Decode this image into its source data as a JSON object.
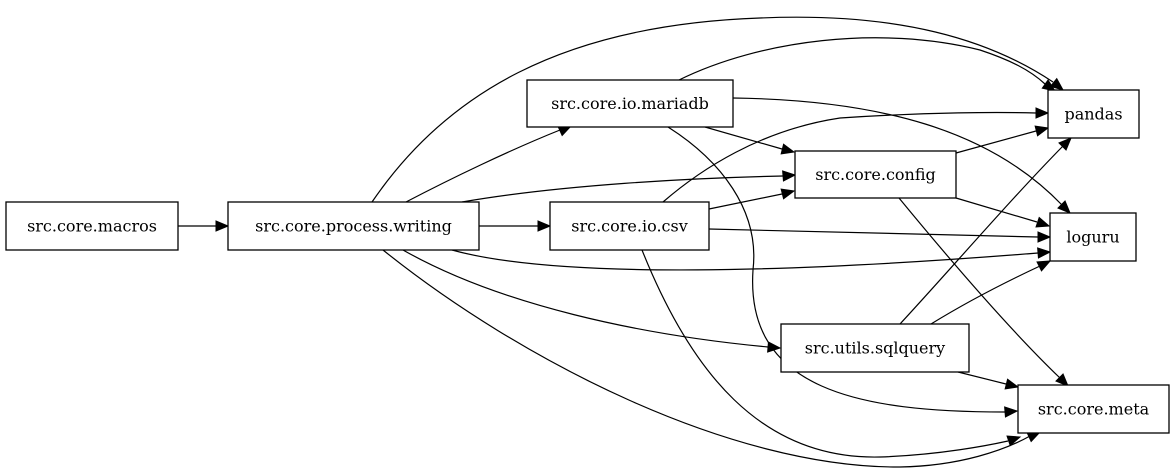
{
  "graph": {
    "nodes": [
      {
        "id": "macros",
        "label": "src.core.macros"
      },
      {
        "id": "writing",
        "label": "src.core.process.writing"
      },
      {
        "id": "mariadb",
        "label": "src.core.io.mariadb"
      },
      {
        "id": "csv",
        "label": "src.core.io.csv"
      },
      {
        "id": "config",
        "label": "src.core.config"
      },
      {
        "id": "sqlquery",
        "label": "src.utils.sqlquery"
      },
      {
        "id": "pandas",
        "label": "pandas"
      },
      {
        "id": "loguru",
        "label": "loguru"
      },
      {
        "id": "meta",
        "label": "src.core.meta"
      }
    ],
    "edges": [
      {
        "from": "macros",
        "to": "writing"
      },
      {
        "from": "writing",
        "to": "mariadb"
      },
      {
        "from": "writing",
        "to": "csv"
      },
      {
        "from": "writing",
        "to": "config"
      },
      {
        "from": "writing",
        "to": "pandas"
      },
      {
        "from": "writing",
        "to": "loguru"
      },
      {
        "from": "writing",
        "to": "sqlquery"
      },
      {
        "from": "writing",
        "to": "meta"
      },
      {
        "from": "mariadb",
        "to": "pandas"
      },
      {
        "from": "mariadb",
        "to": "loguru"
      },
      {
        "from": "mariadb",
        "to": "config"
      },
      {
        "from": "mariadb",
        "to": "meta"
      },
      {
        "from": "csv",
        "to": "config"
      },
      {
        "from": "csv",
        "to": "pandas"
      },
      {
        "from": "csv",
        "to": "loguru"
      },
      {
        "from": "csv",
        "to": "meta"
      },
      {
        "from": "config",
        "to": "pandas"
      },
      {
        "from": "config",
        "to": "loguru"
      },
      {
        "from": "config",
        "to": "meta"
      },
      {
        "from": "sqlquery",
        "to": "pandas"
      },
      {
        "from": "sqlquery",
        "to": "loguru"
      },
      {
        "from": "sqlquery",
        "to": "meta"
      }
    ]
  }
}
